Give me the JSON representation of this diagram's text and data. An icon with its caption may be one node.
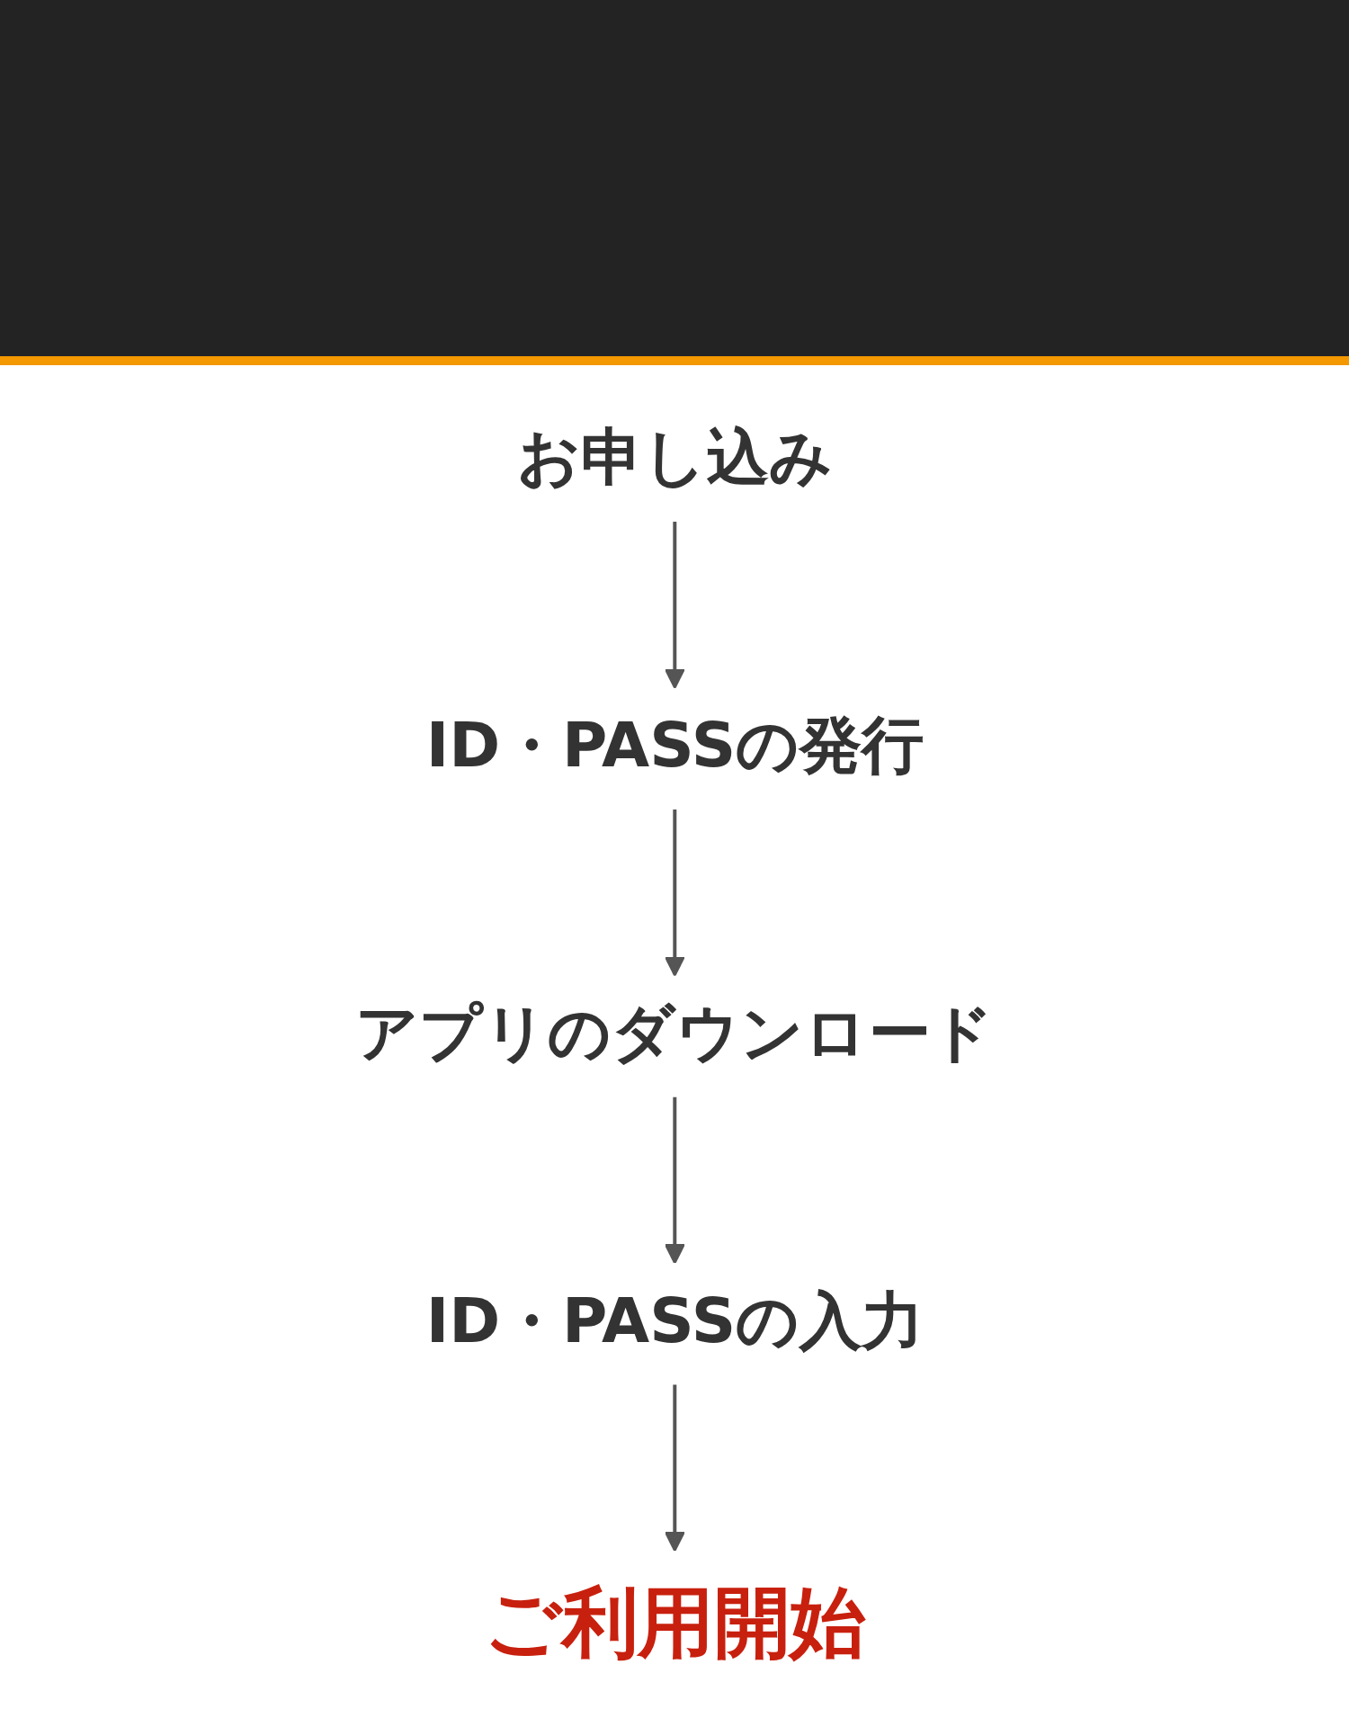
{
  "diagram": {
    "nodes": [
      {
        "text": [
          "お申し込み"
        ]
      },
      {
        "text": [
          "ID・PASSの発行"
        ]
      },
      {
        "text": [
          "アプリのダウンロード"
        ]
      },
      {
        "text": [
          "ID・PASSの入力"
        ]
      },
      {
        "text": [
          "ご利用開始"
        ]
      }
    ],
    "edges": [
      {
        "from": 0,
        "to": 1,
        "arrow": "to"
      },
      {
        "from": 1,
        "to": 2,
        "arrow": "to"
      },
      {
        "from": 2,
        "to": 3,
        "arrow": "to"
      },
      {
        "from": 3,
        "to": 4,
        "arrow": "to"
      }
    ]
  }
}
